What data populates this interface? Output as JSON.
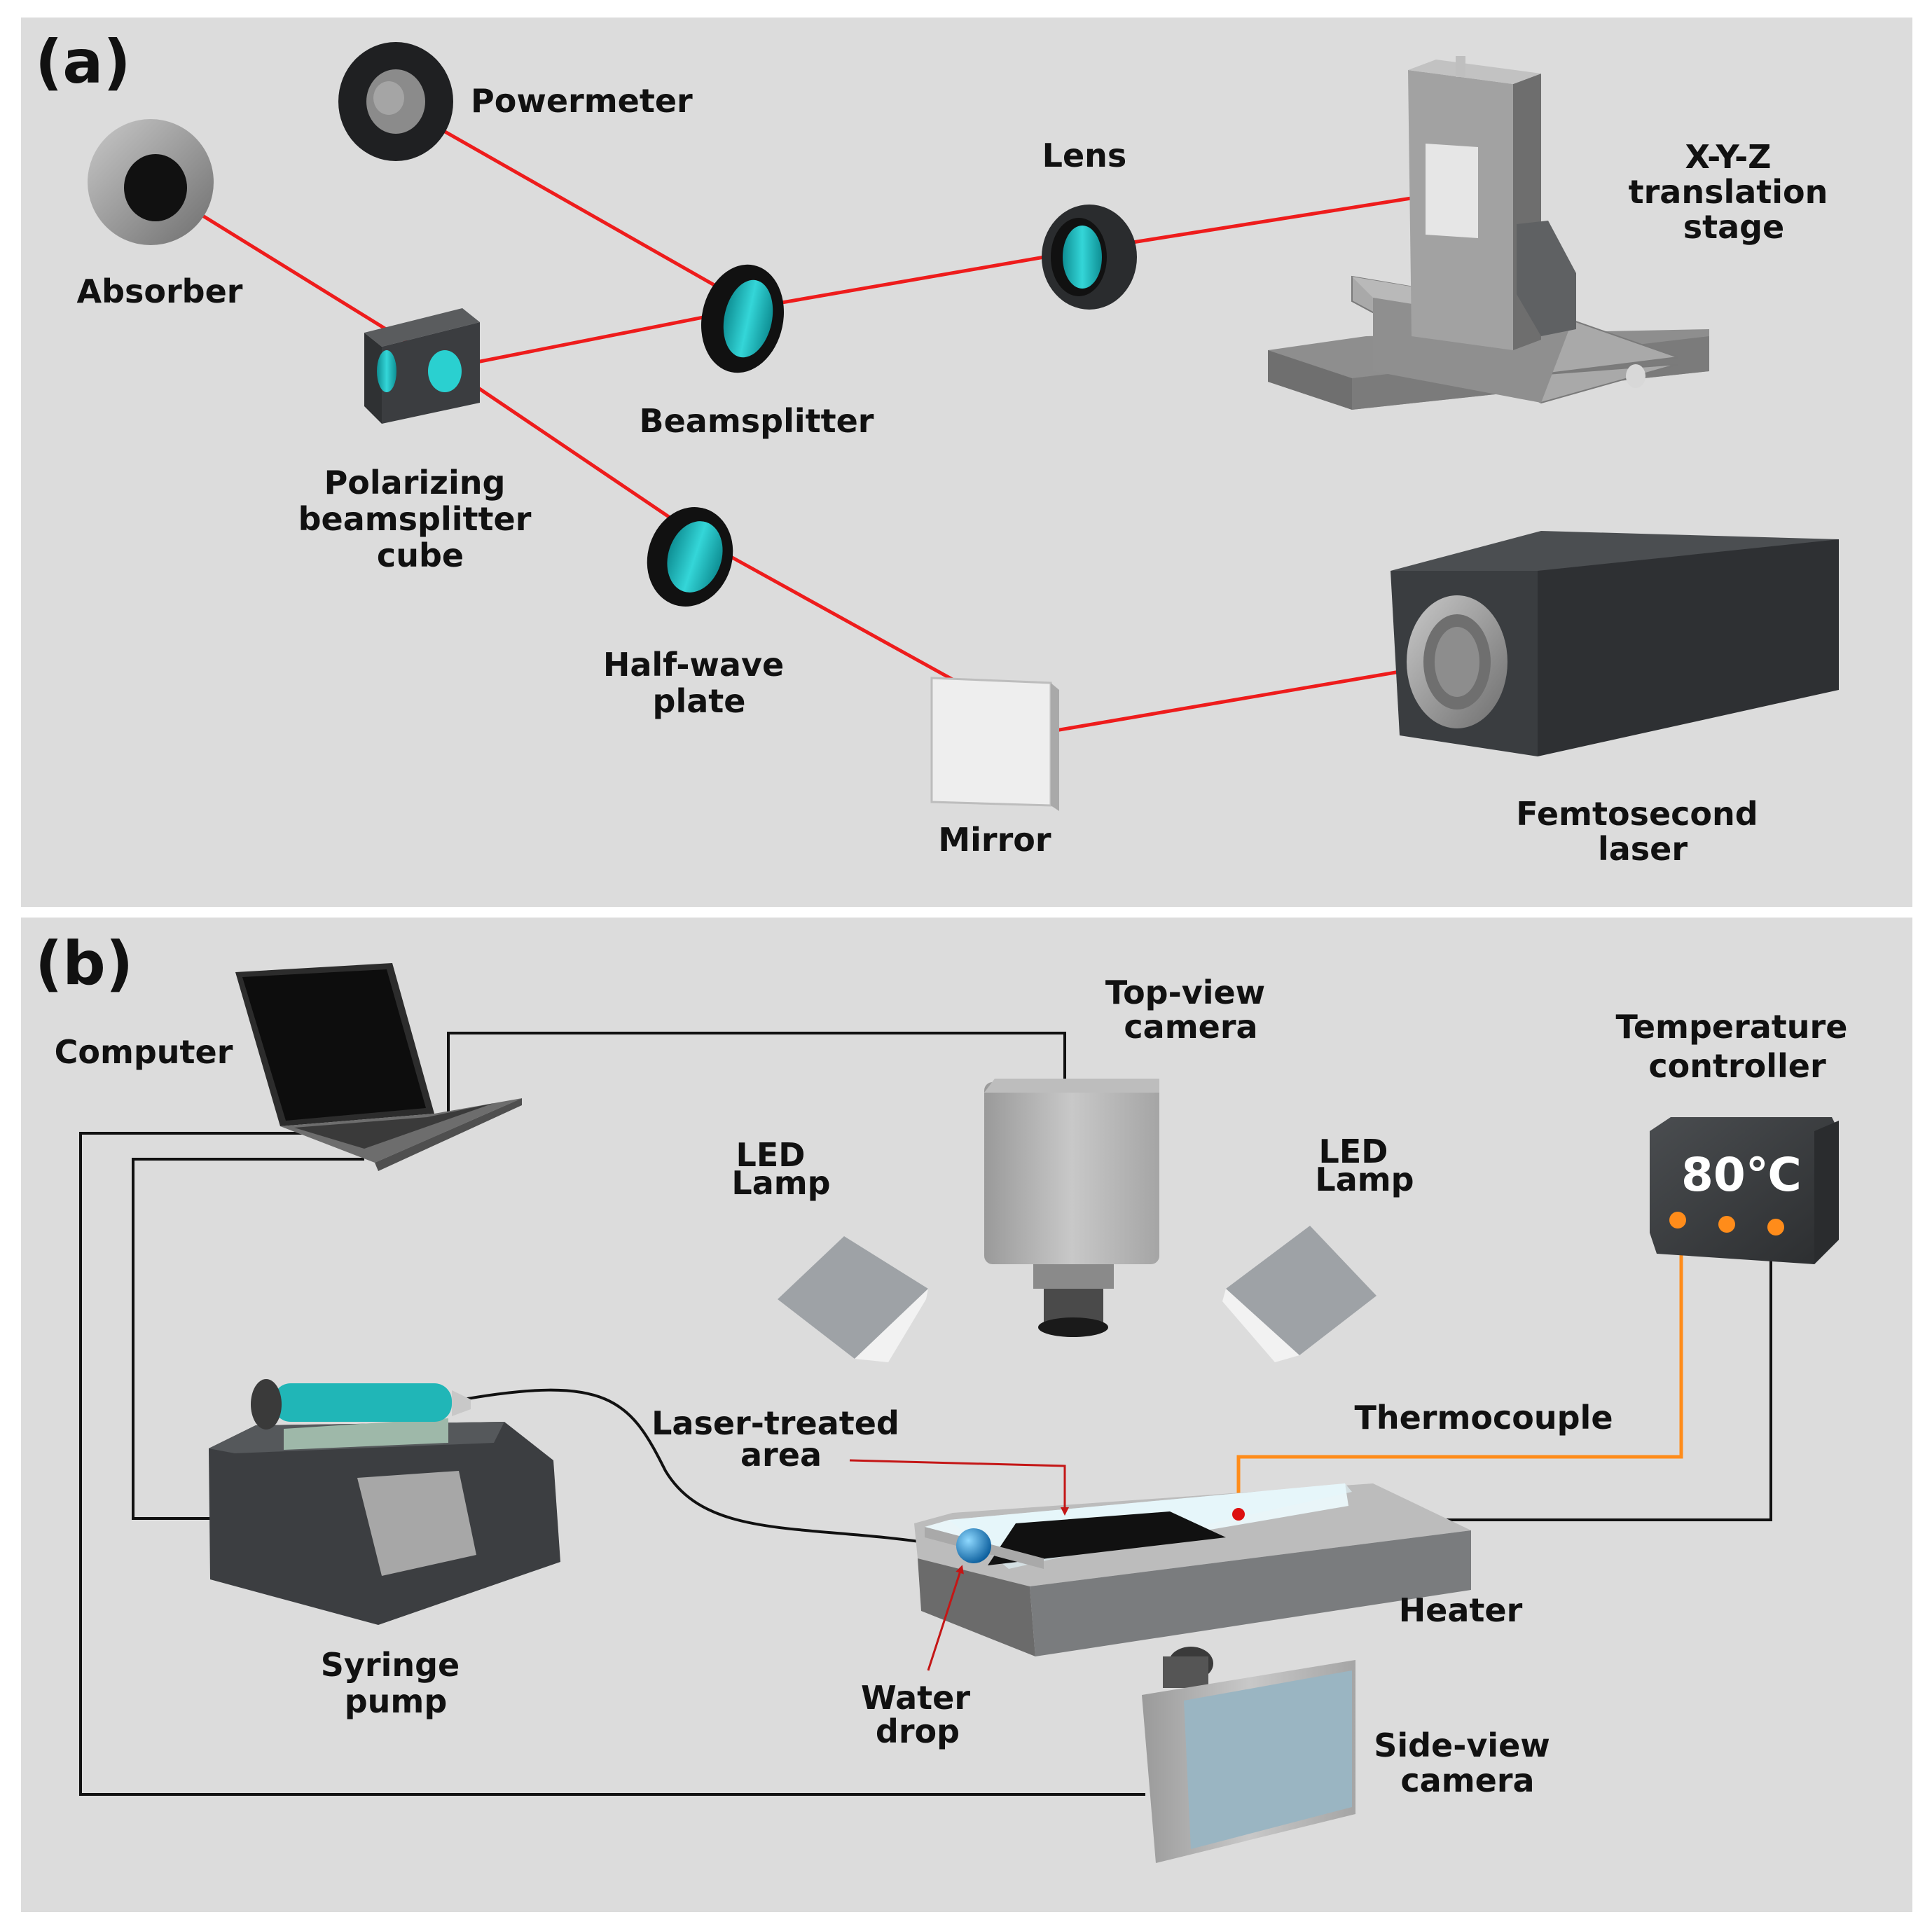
{
  "panels": {
    "a": {
      "label": "(a)",
      "components": {
        "powermeter": "Powermeter",
        "absorber": "Absorber",
        "lens": "Lens",
        "stage": [
          "X-Y-Z",
          "translation",
          "stage"
        ],
        "beamsplitter": "Beamsplitter",
        "pbs_cube": [
          "Polarizing",
          "beamsplitter",
          "cube"
        ],
        "half_wave": [
          "Half-wave",
          "plate"
        ],
        "mirror": "Mirror",
        "laser": [
          "Femtosecond",
          "laser"
        ]
      }
    },
    "b": {
      "label": "(b)",
      "components": {
        "computer": "Computer",
        "top_camera": [
          "Top-view",
          "camera"
        ],
        "temp_controller": [
          "Temperature",
          "controller"
        ],
        "led_left": [
          "LED",
          "Lamp"
        ],
        "led_right": [
          "LED",
          "Lamp"
        ],
        "temp_display": "80℃",
        "thermocouple": "Thermocouple",
        "laser_area": [
          "Laser-treated",
          "area"
        ],
        "heater": "Heater",
        "syringe_pump": [
          "Syringe",
          "pump"
        ],
        "water_drop": [
          "Water",
          "drop"
        ],
        "side_camera": [
          "Side-view",
          "camera"
        ]
      }
    }
  },
  "colors": {
    "panel_bg": "#dcdcdc",
    "beam": "#ee1c1c",
    "optic": "#2ad0d0",
    "thermo_wire": "#ff8c1a",
    "cable": "#111111"
  }
}
